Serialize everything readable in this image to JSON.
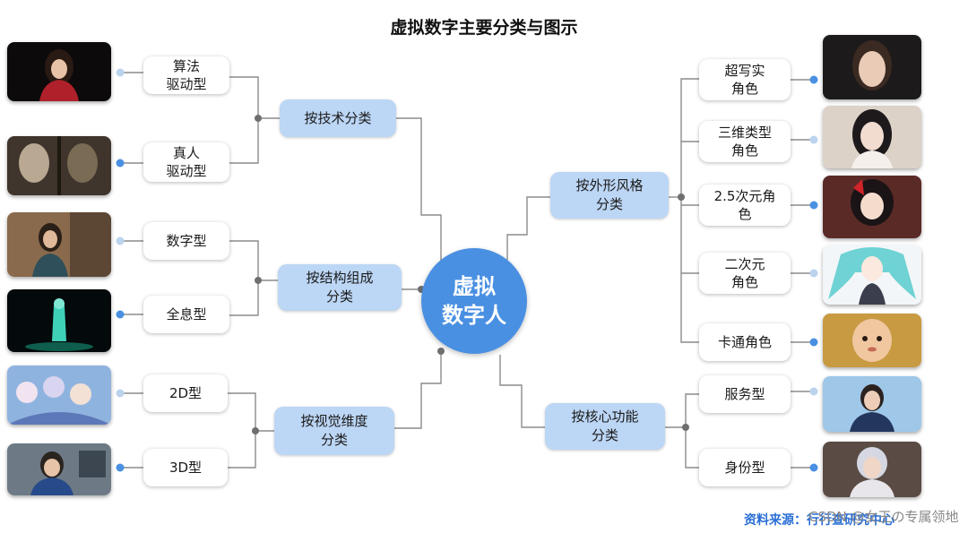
{
  "title": "虚拟数字主要分类与图示",
  "center": {
    "line1": "虚拟",
    "line2": "数字人"
  },
  "branches": [
    {
      "line1": "按技术分类",
      "line2": ""
    },
    {
      "line1": "按结构组成",
      "line2": "分类"
    },
    {
      "line1": "按视觉维度",
      "line2": "分类"
    },
    {
      "line1": "按外形风格",
      "line2": "分类"
    },
    {
      "line1": "按核心功能",
      "line2": "分类"
    }
  ],
  "leaves": [
    {
      "line1": "算法",
      "line2": "驱动型"
    },
    {
      "line1": "真人",
      "line2": "驱动型"
    },
    {
      "line1": "数字型",
      "line2": ""
    },
    {
      "line1": "全息型",
      "line2": ""
    },
    {
      "line1": "2D型",
      "line2": ""
    },
    {
      "line1": "3D型",
      "line2": ""
    },
    {
      "line1": "超写实",
      "line2": "角色"
    },
    {
      "line1": "三维类型",
      "line2": "角色"
    },
    {
      "line1": "2.5次元角",
      "line2": "色"
    },
    {
      "line1": "二次元",
      "line2": "角色"
    },
    {
      "line1": "卡通角色",
      "line2": ""
    },
    {
      "line1": "服务型",
      "line2": ""
    },
    {
      "line1": "身份型",
      "line2": ""
    }
  ],
  "watermarks": {
    "source": "资料来源：行行查研究中心",
    "csdn": "CSDN @女王の专属领地"
  },
  "colors": {
    "center": "#4a90e2",
    "branch": "#bcd6f5",
    "connector": "#8c8c8c",
    "dot_strong": "#4a90e2",
    "dot_light": "#bcd3ee"
  }
}
